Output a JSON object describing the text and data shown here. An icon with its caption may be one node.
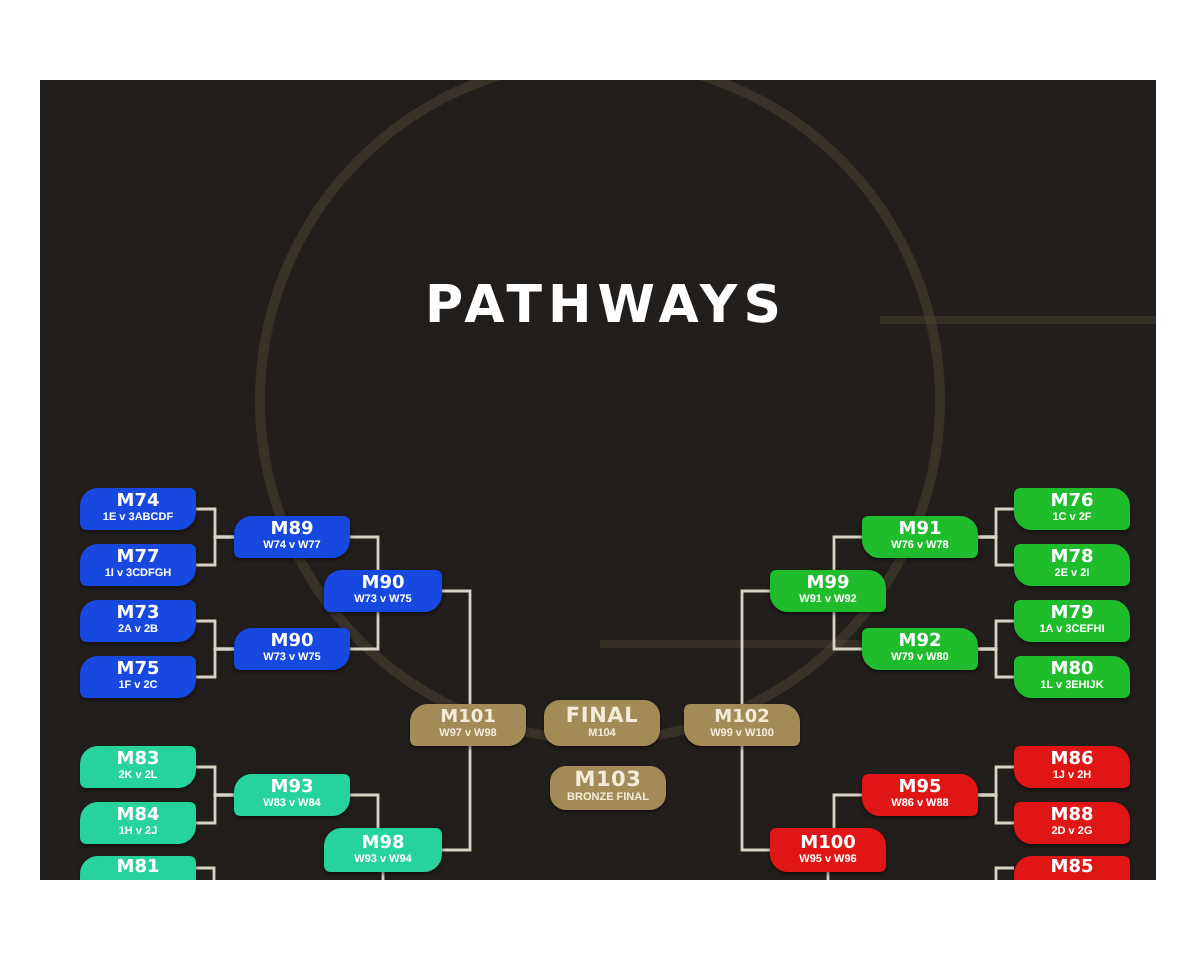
{
  "diagram": {
    "title": "PATHWAYS",
    "nodes": [
      {
        "text": [
          "M74",
          "1E v 3ABCDF"
        ]
      },
      {
        "text": [
          "M77",
          "1I v 3CDFGH"
        ]
      },
      {
        "text": [
          "M73",
          "2A v 2B"
        ]
      },
      {
        "text": [
          "M75",
          "1F v 2C"
        ]
      },
      {
        "text": [
          "M89",
          "W74 v W77"
        ]
      },
      {
        "text": [
          "M90",
          "W73 v W75"
        ]
      },
      {
        "text": [
          "M90",
          "W73 v W75"
        ]
      },
      {
        "text": [
          "M76",
          "1C v 2F"
        ]
      },
      {
        "text": [
          "M78",
          "2E v 2I"
        ]
      },
      {
        "text": [
          "M79",
          "1A v 3CEFHI"
        ]
      },
      {
        "text": [
          "M80",
          "1L v 3EHIJK"
        ]
      },
      {
        "text": [
          "M91",
          "W76 v W78"
        ]
      },
      {
        "text": [
          "M92",
          "W79 v W80"
        ]
      },
      {
        "text": [
          "M99",
          "W91 v W92"
        ]
      },
      {
        "text": [
          "M101",
          "W97 v W98"
        ]
      },
      {
        "text": [
          "FINAL",
          "M104"
        ]
      },
      {
        "text": [
          "M102",
          "W99 v W100"
        ]
      },
      {
        "text": [
          "M103",
          "BRONZE FINAL"
        ]
      },
      {
        "text": [
          "M83",
          "2K v 2L"
        ]
      },
      {
        "text": [
          "M84",
          "1H v 2J"
        ]
      },
      {
        "text": [
          "M81"
        ]
      },
      {
        "text": [
          "M93",
          "W83 v W84"
        ]
      },
      {
        "text": [
          "M98",
          "W93 v W94"
        ]
      },
      {
        "text": [
          "M86",
          "1J v 2H"
        ]
      },
      {
        "text": [
          "M88",
          "2D v 2G"
        ]
      },
      {
        "text": [
          "M85"
        ]
      },
      {
        "text": [
          "M95",
          "W86 v W88"
        ]
      },
      {
        "text": [
          "M100",
          "W95 v W96"
        ]
      }
    ],
    "edges": [
      {
        "from": 0,
        "to": 4,
        "arrow": "none"
      },
      {
        "from": 1,
        "to": 4,
        "arrow": "none"
      },
      {
        "from": 2,
        "to": 5,
        "arrow": "none"
      },
      {
        "from": 3,
        "to": 5,
        "arrow": "none"
      },
      {
        "from": 4,
        "to": 6,
        "arrow": "none"
      },
      {
        "from": 5,
        "to": 6,
        "arrow": "none"
      },
      {
        "from": 6,
        "to": 14,
        "arrow": "none"
      },
      {
        "from": 7,
        "to": 11,
        "arrow": "none"
      },
      {
        "from": 8,
        "to": 11,
        "arrow": "none"
      },
      {
        "from": 9,
        "to": 12,
        "arrow": "none"
      },
      {
        "from": 10,
        "to": 12,
        "arrow": "none"
      },
      {
        "from": 11,
        "to": 13,
        "arrow": "none"
      },
      {
        "from": 12,
        "to": 13,
        "arrow": "none"
      },
      {
        "from": 13,
        "to": 16,
        "arrow": "none"
      },
      {
        "from": 18,
        "to": 21,
        "arrow": "none"
      },
      {
        "from": 19,
        "to": 21,
        "arrow": "none"
      },
      {
        "from": 21,
        "to": 22,
        "arrow": "none"
      },
      {
        "from": 22,
        "to": 14,
        "arrow": "none"
      },
      {
        "from": 20,
        "to": null,
        "arrow": "none"
      },
      {
        "from": null,
        "to": 22,
        "arrow": "none"
      },
      {
        "from": 23,
        "to": 26,
        "arrow": "none"
      },
      {
        "from": 24,
        "to": 26,
        "arrow": "none"
      },
      {
        "from": 26,
        "to": 27,
        "arrow": "none"
      },
      {
        "from": 27,
        "to": 16,
        "arrow": "none"
      },
      {
        "from": 25,
        "to": null,
        "arrow": "none"
      },
      {
        "from": null,
        "to": 27,
        "arrow": "none"
      }
    ]
  }
}
